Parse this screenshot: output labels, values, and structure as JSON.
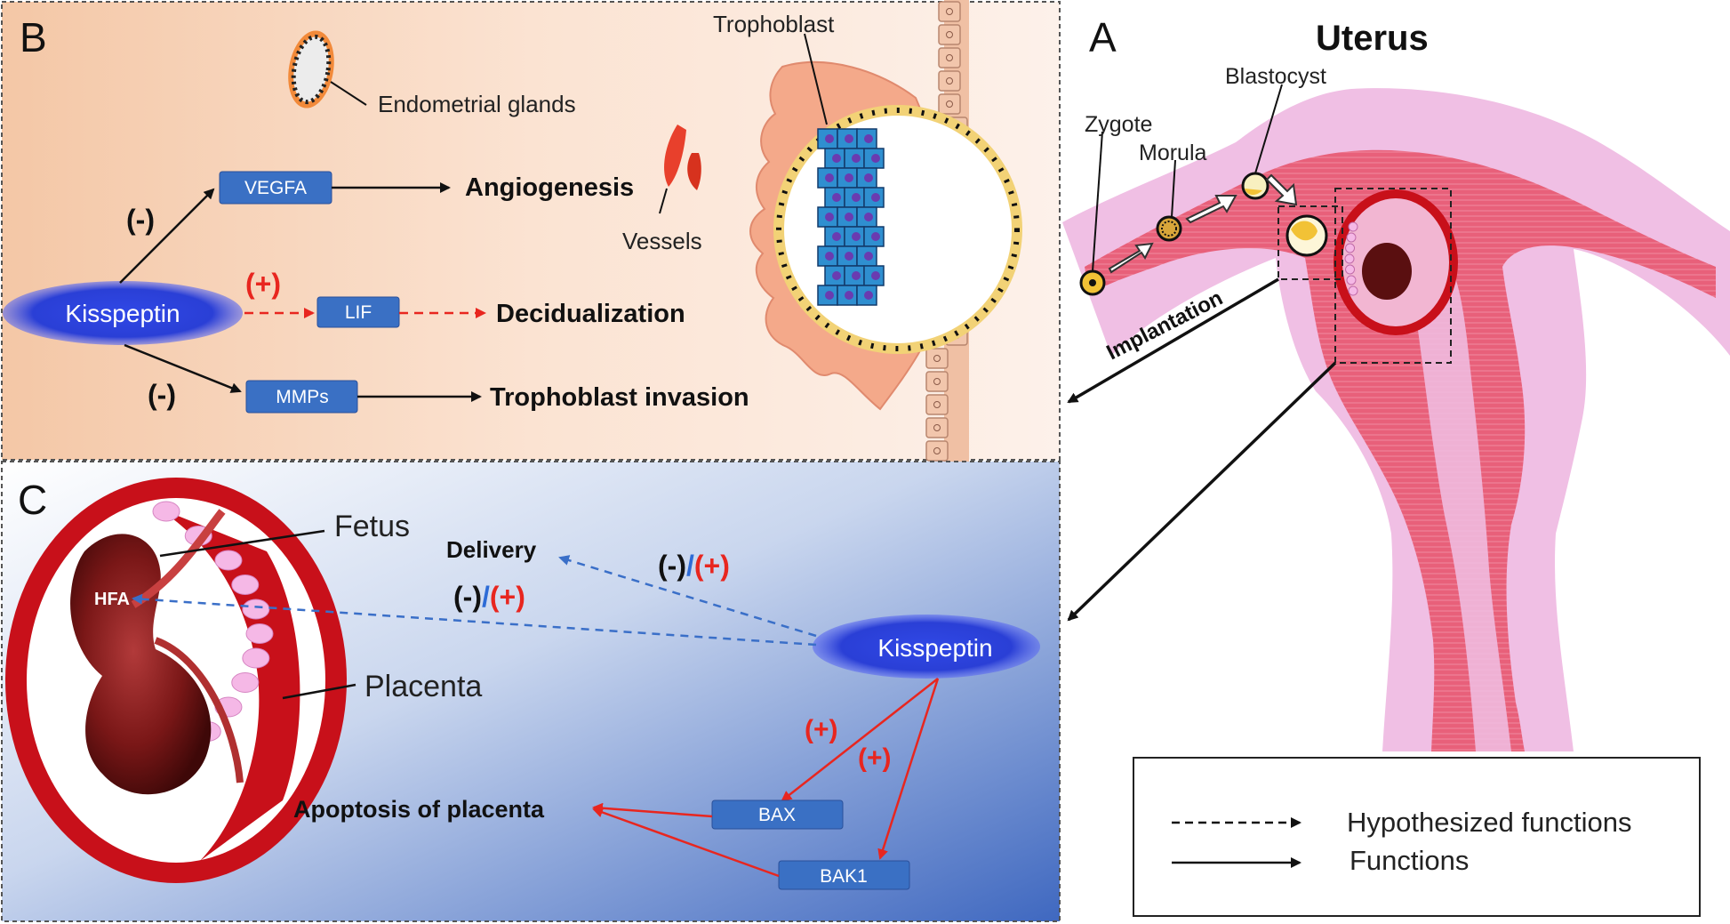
{
  "colors": {
    "arrow_black": "#111111",
    "arrow_red": "#e8261f",
    "arrow_blue": "#3a6fc8",
    "box_blue": "#3a70c4",
    "kisspeptin_blue": "#2a3fd6",
    "uterus_pink": "#e86a82",
    "uterus_outer": "#f0bfe4",
    "placenta_red": "#c8101a"
  },
  "panelB": {
    "letter": "B",
    "kisspeptin": "Kisspeptin",
    "endometrial_glands": "Endometrial glands",
    "trophoblast": "Trophoblast",
    "vessels": "Vessels",
    "vegfa": "VEGFA",
    "lif": "LIF",
    "mmps": "MMPs",
    "angiogenesis": "Angiogenesis",
    "decidualization": "Decidualization",
    "trophoblast_invasion": "Trophoblast invasion",
    "sign_vegfa": "(-)",
    "sign_lif": "(+)",
    "sign_mmps": "(-)"
  },
  "panelA": {
    "letter": "A",
    "title": "Uterus",
    "zygote": "Zygote",
    "morula": "Morula",
    "blastocyst": "Blastocyst",
    "implantation": "Implantation"
  },
  "panelC": {
    "letter": "C",
    "fetus": "Fetus",
    "placenta": "Placenta",
    "hfa": "HFA",
    "delivery": "Delivery",
    "kisspeptin": "Kisspeptin",
    "apoptosis": "Apoptosis of placenta",
    "bax": "BAX",
    "bak1": "BAK1",
    "sign_minus": "(-)",
    "sign_slash": "/",
    "sign_plus": "(+)",
    "sign_bax": "(+)",
    "sign_bak1": "(+)"
  },
  "legend": {
    "hypothesized": "Hypothesized functions",
    "functions": "Functions"
  }
}
